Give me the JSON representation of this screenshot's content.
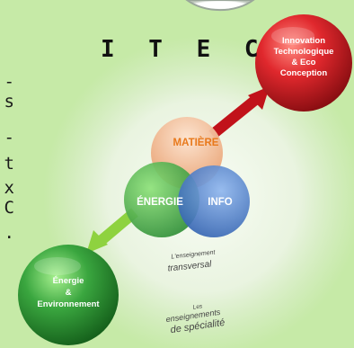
{
  "title": "I T E C",
  "left_fragment": [
    "-",
    "s",
    "-",
    "t",
    "x",
    "C",
    "."
  ],
  "spheres": {
    "innovation": "Innovation Technologique & Eco Conception",
    "innovation_lines": [
      "Innovation",
      "Technologique",
      "& Eco",
      "Conception"
    ],
    "environnement_lines": [
      "Énergie",
      "&",
      "Environnement"
    ]
  },
  "core": {
    "matiere": "MATIÈRE",
    "energie": "ÉNERGIE",
    "info": "INFO"
  },
  "transversal": [
    "L'enseignement",
    "transversal"
  ],
  "specialite": [
    "Les",
    "enseignements",
    "de spécialité"
  ],
  "colors": {
    "background": "#c6eaa7",
    "innovation_sphere": "#d9262b",
    "environnement_sphere": "#3aa63f",
    "matiere": "#e8791c",
    "energie": "#3fae49",
    "info": "#3d7dcf",
    "arrow_red": "#c1121a",
    "arrow_green": "#8ed23f"
  }
}
